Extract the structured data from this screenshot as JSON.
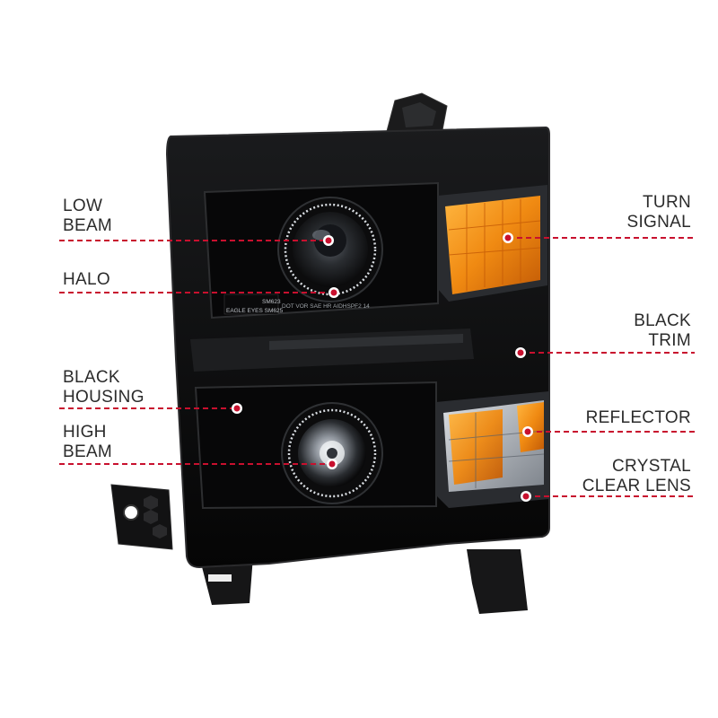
{
  "callouts": {
    "low_beam": [
      "LOW",
      "BEAM"
    ],
    "halo": [
      "HALO"
    ],
    "black_housing": [
      "BLACK",
      "HOUSING"
    ],
    "high_beam": [
      "HIGH",
      "BEAM"
    ],
    "turn_signal": [
      "TURN",
      "SIGNAL"
    ],
    "black_trim": [
      "BLACK",
      "TRIM"
    ],
    "reflector": [
      "REFLECTOR"
    ],
    "crystal_clear_lens": [
      "CRYSTAL",
      "CLEAR LENS"
    ]
  },
  "colors": {
    "callout_line": "#c8102e",
    "housing": "#0b0b0c",
    "amber": "#f08a12"
  },
  "product_markings": {
    "upper_left": [
      "SM623",
      "EAGLE EYES SM625"
    ],
    "upper_right": "DOT VOR SAE HR AIDHSPF2 14"
  }
}
